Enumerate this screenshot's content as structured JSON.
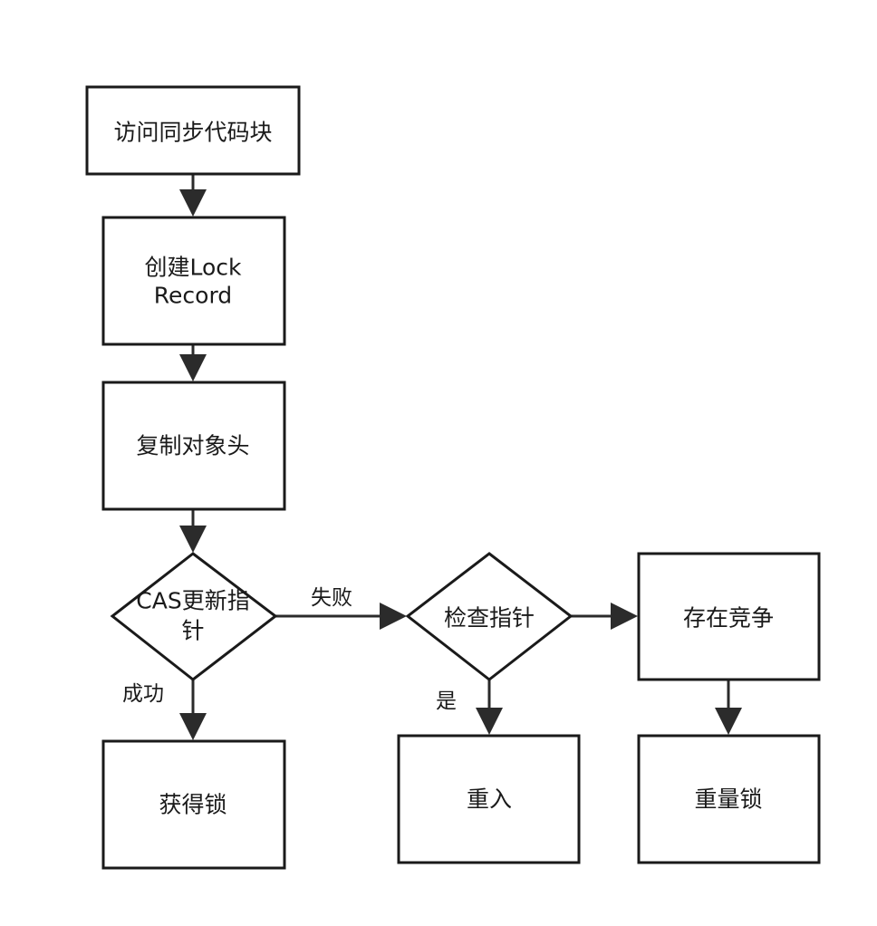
{
  "nodes": {
    "access_sync_block": {
      "label": "访问同步代码块"
    },
    "create_lock_record": {
      "lines": [
        "创建Lock",
        "Record"
      ]
    },
    "copy_object_header": {
      "label": "复制对象头"
    },
    "cas_update_pointer": {
      "lines": [
        "CAS更新指",
        "针"
      ]
    },
    "check_pointer": {
      "label": "检查指针"
    },
    "contention_exists": {
      "label": "存在竞争"
    },
    "acquire_lock": {
      "label": "获得锁"
    },
    "reentry": {
      "label": "重入"
    },
    "heavyweight_lock": {
      "label": "重量锁"
    }
  },
  "edges": {
    "cas_fail": {
      "label": "失败"
    },
    "cas_success": {
      "label": "成功"
    },
    "check_yes": {
      "label": "是"
    }
  }
}
